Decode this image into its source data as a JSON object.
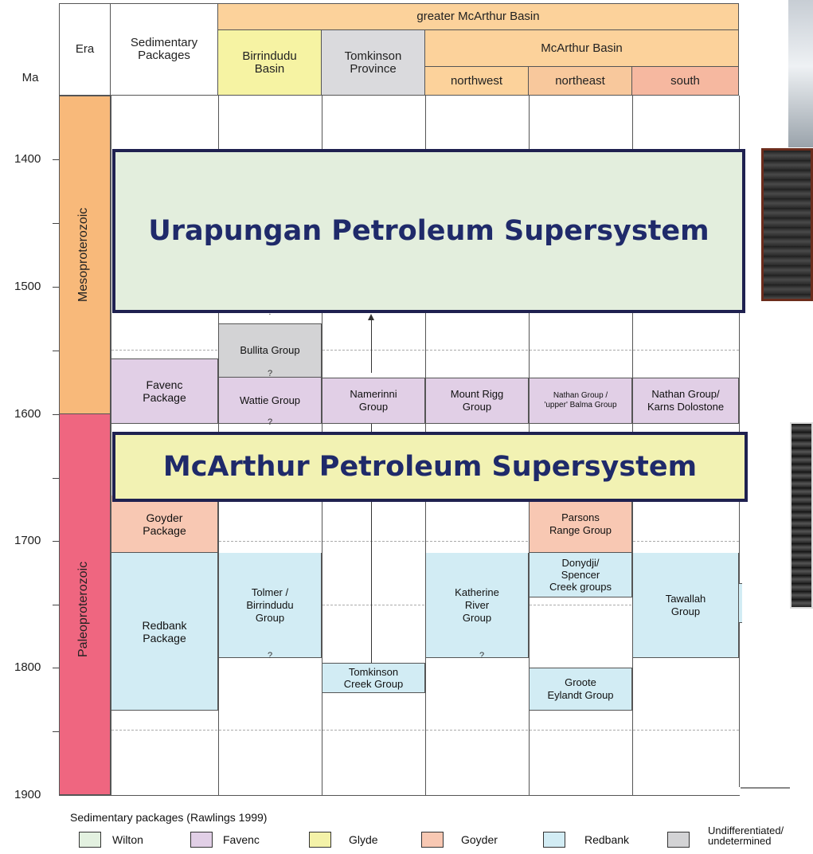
{
  "header": {
    "ma": "Ma",
    "era": "Era",
    "sedimentary_packages": "Sedimentary\nPackages",
    "greater_basin": "greater McArthur Basin",
    "birrindudu": "Birrindudu\nBasin",
    "tomkinson": "Tomkinson\nProvince",
    "mcarthur": "McArthur Basin",
    "northwest": "northwest",
    "northeast": "northeast",
    "south": "south"
  },
  "axis": {
    "ticks": [
      "1400",
      "1500",
      "1600",
      "1700",
      "1800",
      "1900"
    ]
  },
  "eras": {
    "meso": "Mesoproterozoic",
    "paleo": "Paleoproterozoic"
  },
  "packages": {
    "favenc": "Favenc\nPackage",
    "goyder": "Goyder\nPackage",
    "redbank": "Redbank\nPackage"
  },
  "units": {
    "bullita": "Bullita Group",
    "wattie": "Wattie Group",
    "namerinni": "Namerinni\nGroup",
    "mount_rigg": "Mount Rigg\nGroup",
    "nathan_balma": "Nathan Group /\n'upper' Balma Group",
    "nathan_karns": "Nathan Group/\nKarns Dolostone",
    "parsons": "Parsons\nRange Group",
    "donydji": "Donydji/\nSpencer\nCreek groups",
    "tolmer": "Tolmer /\nBirrindudu\nGroup",
    "katherine": "Katherine\nRiver\nGroup",
    "tawallah": "Tawallah\nGroup",
    "tomkinson_creek": "Tomkinson\nCreek Group",
    "groote": "Groote\nEylandt Group"
  },
  "marks": {
    "q": "?"
  },
  "banners": {
    "urapungan": "Urapungan Petroleum Supersystem",
    "mcarthur": "McArthur Petroleum Supersystem"
  },
  "legend": {
    "title": "Sedimentary packages (Rawlings 1999)",
    "items": [
      {
        "label": "Wilton",
        "color": "#e3f1e0"
      },
      {
        "label": "Favenc",
        "color": "#e1cfe6"
      },
      {
        "label": "Glyde",
        "color": "#f4f2a8"
      },
      {
        "label": "Goyder",
        "color": "#f8c8b3"
      },
      {
        "label": "Redbank",
        "color": "#d2ecf4"
      },
      {
        "label": "Undifferentiated/\nundetermined",
        "color": "#d3d3d5"
      }
    ]
  },
  "colors": {
    "meso": "#f8b97a",
    "paleo": "#ef6680",
    "greater_header": "#fcd29b",
    "birrindudu": "#f6f3a3",
    "tomkinson": "#dadadd",
    "northeast": "#f8c89c",
    "south": "#f6b8a0",
    "urapungan_fill": "#e3eedd",
    "mcarthur_fill": "#f2f2b3",
    "banner_border": "#1f2150"
  }
}
